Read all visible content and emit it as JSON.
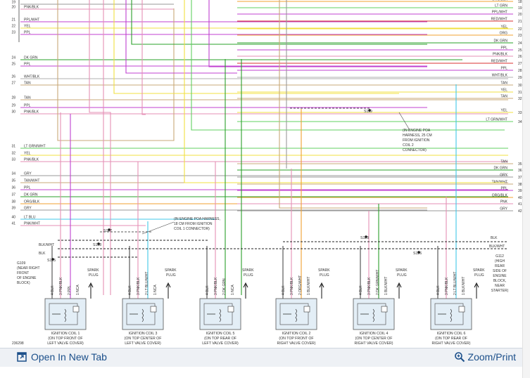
{
  "diagram": {
    "figure_id": "236298",
    "left_wires": [
      {
        "num": "19",
        "label": ""
      },
      {
        "num": "20",
        "label": "PNK/BLK"
      },
      {
        "num": "21",
        "label": "PPL/WHT"
      },
      {
        "num": "22",
        "label": "YEL"
      },
      {
        "num": "23",
        "label": "PPL"
      },
      {
        "num": "24",
        "label": "DK GRN"
      },
      {
        "num": "25",
        "label": "PPL"
      },
      {
        "num": "26",
        "label": "WHT/BLK"
      },
      {
        "num": "27",
        "label": "TAN"
      },
      {
        "num": "28",
        "label": "TAN"
      },
      {
        "num": "29",
        "label": "PPL"
      },
      {
        "num": "30",
        "label": "PNK/BLK"
      },
      {
        "num": "31",
        "label": "LT GRN/WHT"
      },
      {
        "num": "32",
        "label": "YEL"
      },
      {
        "num": "33",
        "label": "PNK/BLK"
      },
      {
        "num": "34",
        "label": "GRY"
      },
      {
        "num": "35",
        "label": "TAN/WHT"
      },
      {
        "num": "36",
        "label": "PPL"
      },
      {
        "num": "37",
        "label": "DK GRN"
      },
      {
        "num": "38",
        "label": "ORG/BLK"
      },
      {
        "num": "39",
        "label": "GRY"
      },
      {
        "num": "40",
        "label": "LT BLU"
      },
      {
        "num": "41",
        "label": "PNK/WHT"
      }
    ],
    "right_wires": [
      {
        "num": "18",
        "label": "ORG/BLK"
      },
      {
        "num": "19",
        "label": "LT GRN"
      },
      {
        "num": "20",
        "label": "PPL/WHT"
      },
      {
        "num": "21",
        "label": "RED/WHT"
      },
      {
        "num": "22",
        "label": "YEL"
      },
      {
        "num": "23",
        "label": "ORG"
      },
      {
        "num": "24",
        "label": "DK GRN"
      },
      {
        "num": "25",
        "label": "PPL"
      },
      {
        "num": "26",
        "label": "PNK/BLK"
      },
      {
        "num": "27",
        "label": "RED/WHT"
      },
      {
        "num": "28",
        "label": "PPL"
      },
      {
        "num": "29",
        "label": "WHT/BLK"
      },
      {
        "num": "30",
        "label": "TAN"
      },
      {
        "num": "31",
        "label": "YEL"
      },
      {
        "num": "32",
        "label": "TAN"
      },
      {
        "num": "33",
        "label": "YEL"
      },
      {
        "num": "34",
        "label": "LT GRN/WHT"
      },
      {
        "num": "35",
        "label": "TAN"
      },
      {
        "num": "36",
        "label": "DK GRN"
      },
      {
        "num": "37",
        "label": "GRY"
      },
      {
        "num": "38",
        "label": "TAN/WHT"
      },
      {
        "num": "39",
        "label": "PPL"
      },
      {
        "num": "40",
        "label": "ORG/BLK"
      },
      {
        "num": "41",
        "label": "PNK"
      },
      {
        "num": "42",
        "label": "GRY"
      }
    ],
    "splices": {
      "s127": "S127",
      "s128_left": "S128",
      "s125": "S125",
      "s119": "S119",
      "s129": "S129",
      "s126_right": "S126"
    },
    "notes": {
      "harness_25cm": [
        "(IN ENGINE POA",
        "HARNESS, 25 CM",
        "FROM IGNITION",
        "COIL 2",
        "CONNECTOR)"
      ],
      "harness_18cm": [
        "(IN ENGINE POA HARNESS,",
        "18 CM FROM IGNITION",
        "COIL 1 CONNECTOR)"
      ],
      "g109": [
        "G109",
        "(NEAR RIGHT",
        "FRONT",
        "OF ENGINE",
        "BLOCK)"
      ],
      "g112": [
        "G112",
        "(HIGH",
        "REAR",
        "SIDE OF",
        "ENGINE",
        "BLOCK,",
        "NEAR",
        "STARTER)"
      ]
    },
    "ground_wires": {
      "blk_wht": "BLK/WHT",
      "blk": "BLK",
      "blk_right": "BLK",
      "blk_wht_right": "BLK/WHT"
    },
    "coils": [
      {
        "name": "IGNITION COIL 1",
        "loc1": "(ON TOP FRONT OF",
        "loc2": "LEFT VALVE COVER)",
        "pins": [
          "4 BLK",
          "3 PNK/BLK",
          "2 PPL",
          "1 NCA"
        ]
      },
      {
        "name": "IGNITION COIL 3",
        "loc1": "(ON TOP CENTER OF",
        "loc2": "LEFT VALVE COVER)",
        "pins": [
          "4 BLK",
          "3 PNK/BLK",
          "2 LT BLU/WHT",
          "1 NCA"
        ]
      },
      {
        "name": "IGNITION COIL 5",
        "loc1": "(ON TOP REAR OF",
        "loc2": "LEFT VALVE COVER)",
        "pins": [
          "4 BLK",
          "3 PNK/BLK",
          "2 DK GRN",
          "1 NCA"
        ]
      },
      {
        "name": "IGNITION COIL 2",
        "loc1": "(ON TOP FRONT OF",
        "loc2": "RIGHT VALVE COVER)",
        "pins": [
          "4 BLK",
          "3 PNK/BLK",
          "2 ORG/WHT",
          "1 BLK/WHT"
        ]
      },
      {
        "name": "IGNITION COIL 4",
        "loc1": "(ON TOP CENTER OF",
        "loc2": "RIGHT VALVE COVER)",
        "pins": [
          "4 BLK",
          "3 PNK/BLK",
          "2 DK GRN/WHT",
          "1 BLK/WHT"
        ]
      },
      {
        "name": "IGNITION COIL 6",
        "loc1": "(ON TOP REAR OF",
        "loc2": "RIGHT VALVE COVER)",
        "pins": [
          "4 BLK",
          "3 PNK/BLK",
          "2 LT BLU/WHT",
          "1 BLK/WHT"
        ]
      }
    ],
    "spark_plug_label": [
      "SPARK",
      "PLUG"
    ]
  },
  "toolbar": {
    "open_tab_label": "Open In New Tab",
    "zoom_label": "Zoom/Print",
    "open_tab_icon": "open-in-new-tab-icon",
    "zoom_icon": "magnifier-icon"
  },
  "colors": {
    "pnk": "#e58fb5",
    "ppl": "#c040d0",
    "yel": "#f0e040",
    "dkgrn": "#2aa02a",
    "ltgrn": "#60d060",
    "tan": "#c8a878",
    "gry": "#9a9a9a",
    "ltblu": "#40c8e8",
    "org": "#f0a030",
    "red": "#d83030",
    "blk": "#222222",
    "link": "#1b4f8a",
    "coil_fill": "#e3eef6"
  }
}
